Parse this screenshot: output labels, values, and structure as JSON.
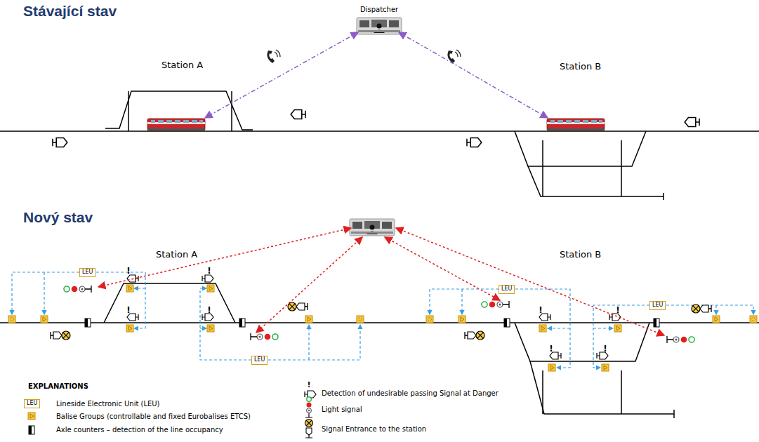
{
  "diagram": {
    "nodes": [
      {
        "text": [
          "Dispatcher"
        ]
      },
      {
        "text": [
          "LEU"
        ]
      },
      {
        "text": [
          "LEU"
        ]
      },
      {
        "text": [
          "LEU"
        ]
      },
      {
        "text": [
          "LEU"
        ]
      }
    ],
    "labels": [
      "Stávající stav",
      "Station A",
      "Station B",
      "Nový stav",
      "Station A",
      "Station B",
      "!",
      "!",
      "!",
      "!",
      "!",
      "!",
      "!",
      "!",
      "EXPLANATIONS",
      "LEU",
      "!"
    ],
    "legend": [
      {
        "text": "Lineside Electronic Unit (LEU)"
      },
      {
        "text": "Balise Groups (controllable and fixed Eurobalises ETCS)"
      },
      {
        "text": "Axle counters – detection of the line occupancy"
      },
      {
        "text": "Detection of undesirable passing Signal at Danger"
      },
      {
        "text": "Light signal"
      },
      {
        "text": "Signal Entrance to the station"
      }
    ]
  }
}
